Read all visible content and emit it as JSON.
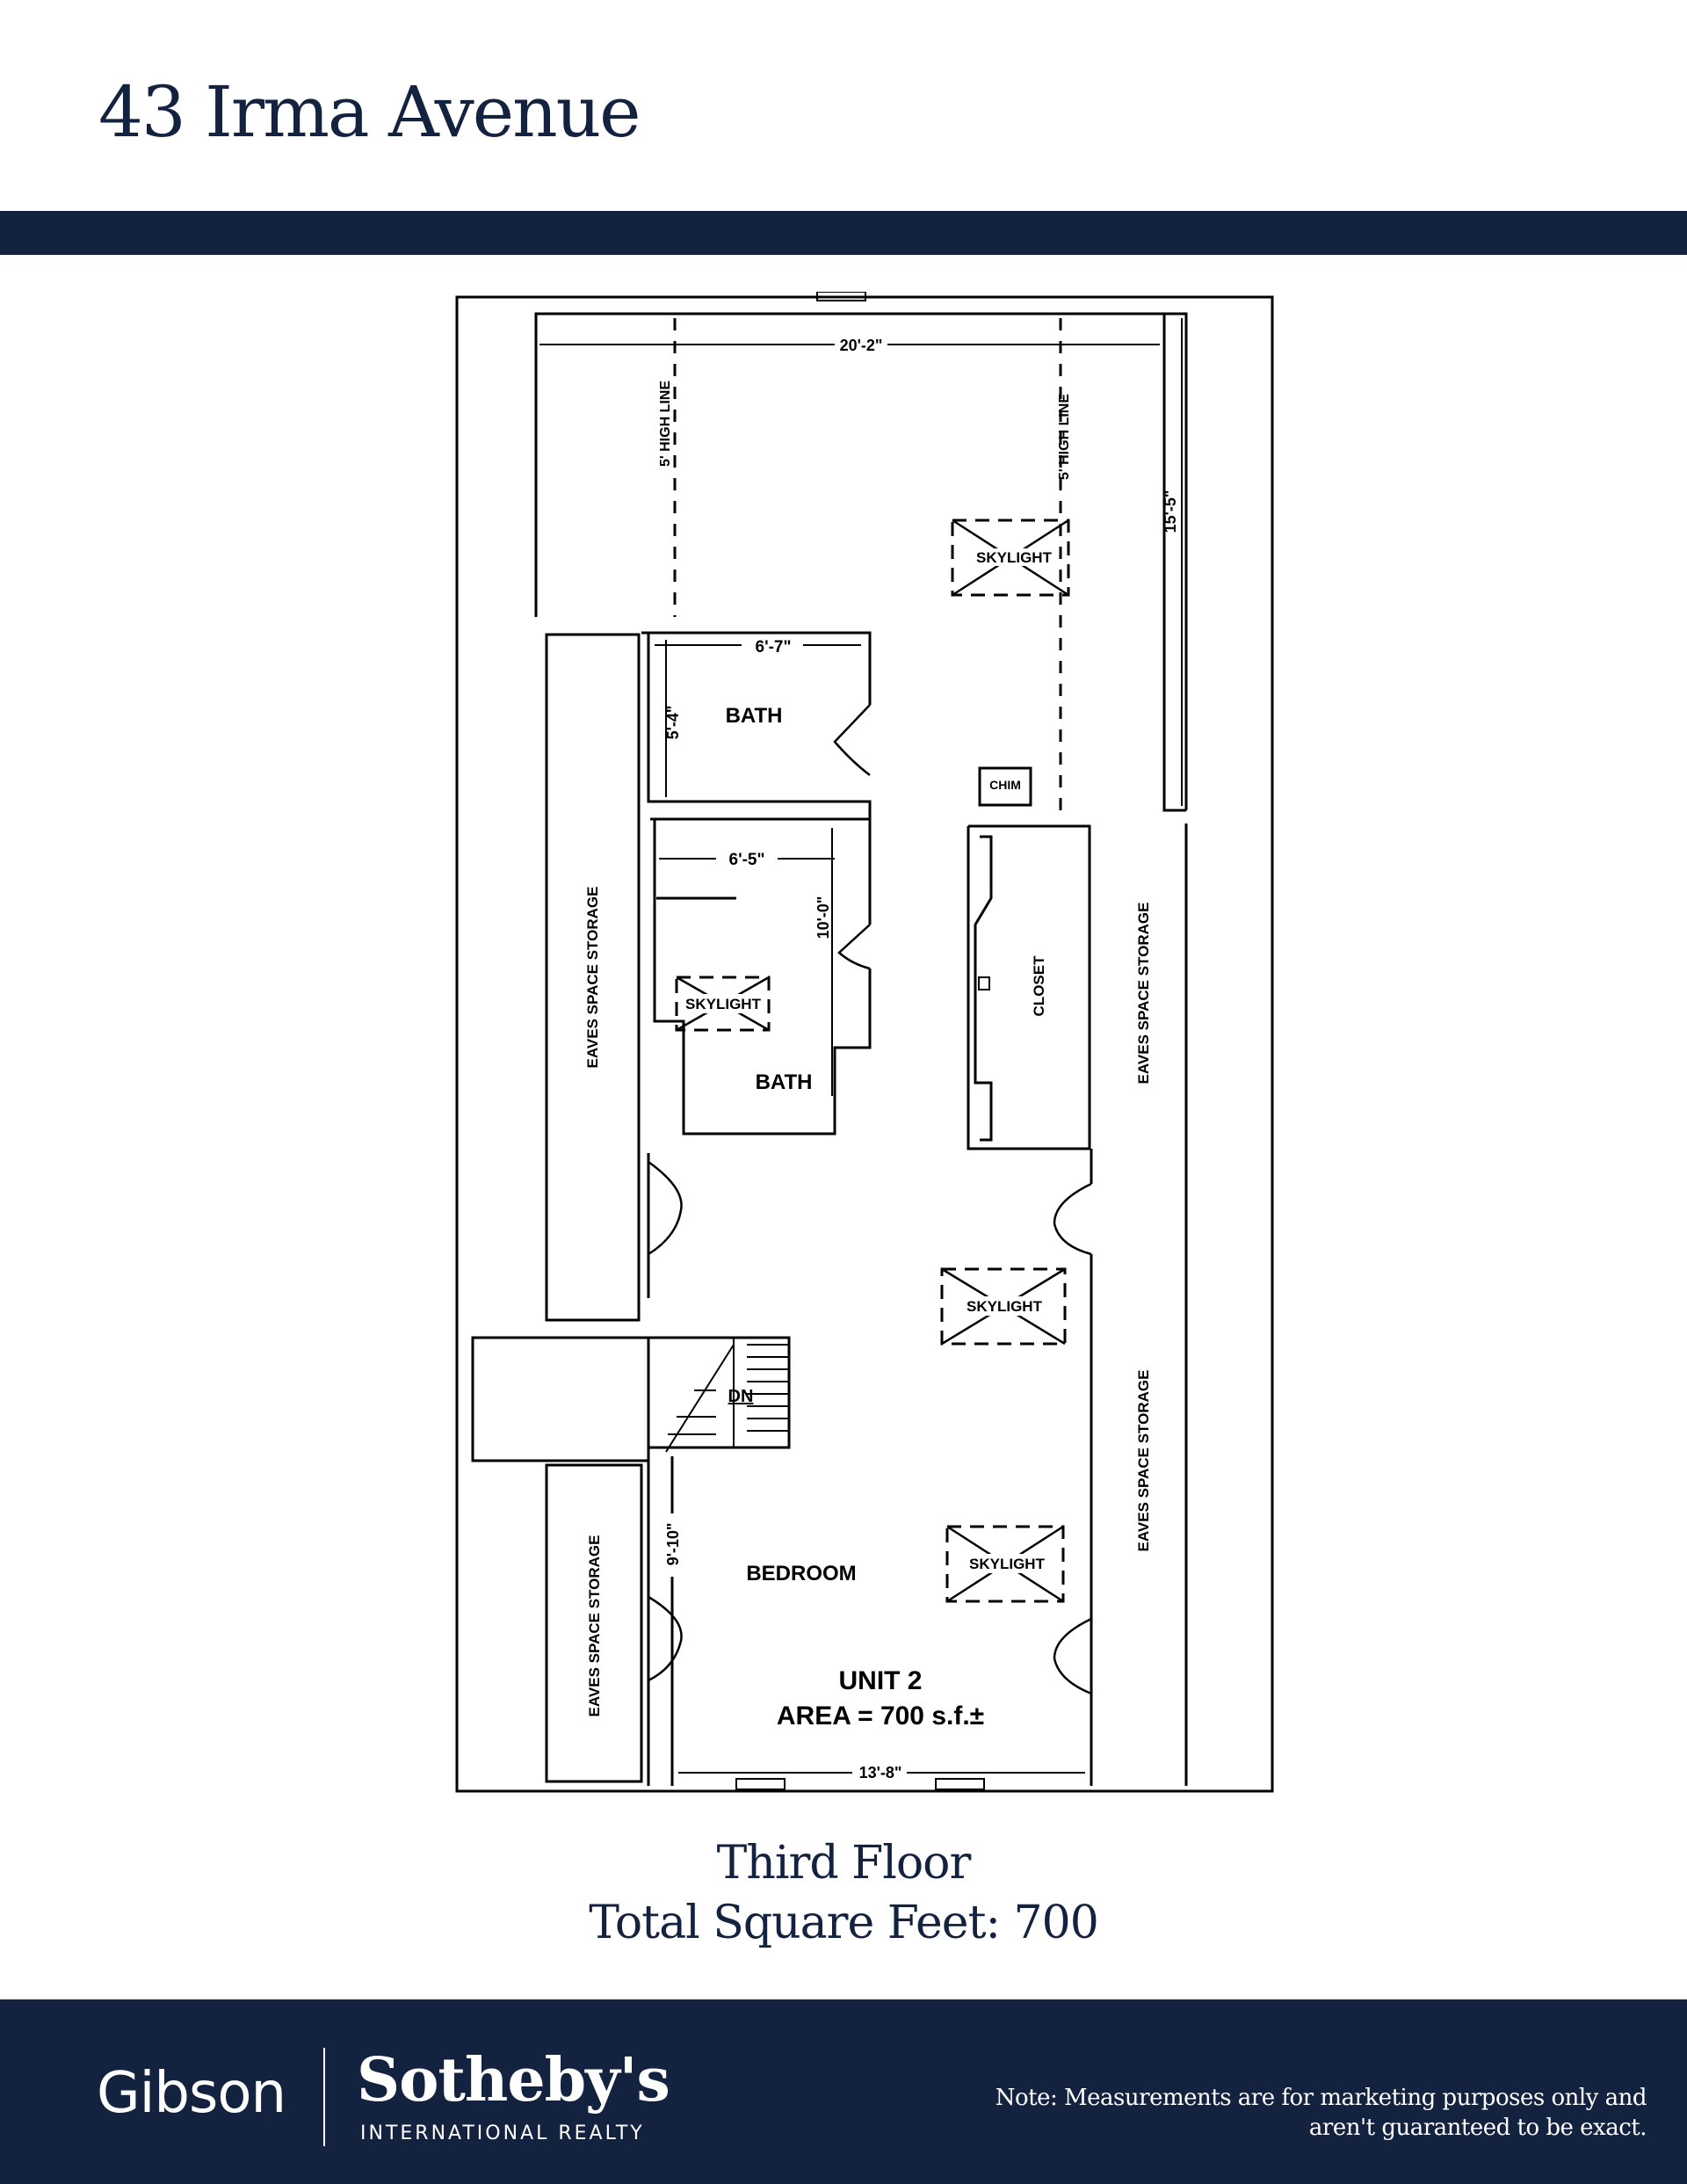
{
  "header": {
    "title": "43 Irma Avenue"
  },
  "floor_plan": {
    "dimensions": {
      "top_width": "20'-2\"",
      "right_height": "15'-5\"",
      "bath_top_width": "6'-7\"",
      "bath_top_height": "5'-4\"",
      "bath_lower_width": "6'-5\"",
      "bath_lower_height": "10'-0\"",
      "bedroom_height": "9'-10\"",
      "bottom_width": "13'-8\""
    },
    "labels": {
      "high_line_left": "5' HIGH LINE",
      "high_line_right": "5' HIGH LINE",
      "skylight": "SKYLIGHT",
      "bath": "BATH",
      "chimney": "CHIM",
      "closet": "CLOSET",
      "eaves_storage": "EAVES SPACE STORAGE",
      "stairs_down": "DN",
      "bedroom": "BEDROOM",
      "unit": "UNIT 2",
      "area": "AREA = 700 s.f.±"
    }
  },
  "caption": {
    "floor": "Third Floor",
    "total": "Total Square Feet: 700"
  },
  "footer": {
    "brand_left": "Gibson",
    "brand_main": "Sotheby's",
    "brand_sub": "INTERNATIONAL REALTY",
    "note_line1": "Note: Measurements are for marketing purposes only and",
    "note_line2": "aren't guaranteed to be exact."
  },
  "colors": {
    "navy": "#13223f",
    "white": "#ffffff"
  }
}
